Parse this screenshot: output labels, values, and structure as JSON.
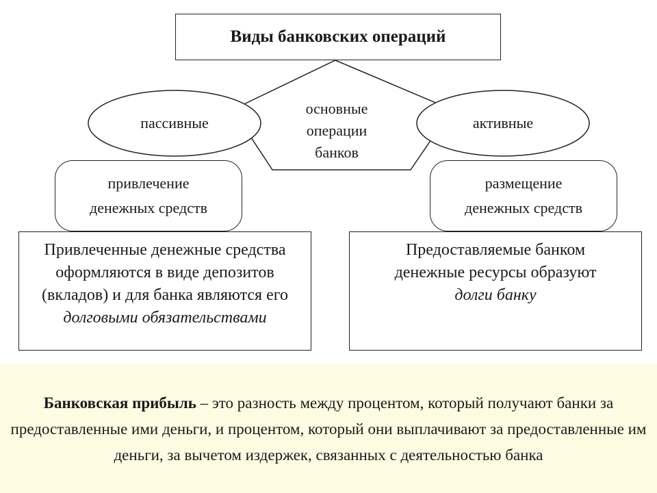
{
  "diagram": {
    "title": "Виды банковских операций",
    "center": {
      "line1": "основные",
      "line2": "операции",
      "line3": "банков"
    },
    "left": {
      "ellipse": "пассивные",
      "rounded_line1": "привлечение",
      "rounded_line2": "денежных средств",
      "box_line1": "Привлеченные денежные средства",
      "box_line2": "оформляются в виде депозитов",
      "box_line3": "(вкладов) и для банка являются его",
      "box_line4": "долговыми обязательствами"
    },
    "right": {
      "ellipse": "активные",
      "rounded_line1": "размещение",
      "rounded_line2": "денежных средств",
      "box_line1": "Предоставляемые банком",
      "box_line2": "денежные ресурсы образуют",
      "box_line3": "долги банку"
    }
  },
  "definition": {
    "term": "Банковская прибыль",
    "text": " – это разность между процентом, который получают банки за предоставленные ими деньги, и процентом, который они выплачивают за предоставленные им деньги, за вычетом издержек, связанных с деятельностью банка"
  },
  "colors": {
    "definition_background": "#fdfbe2",
    "stroke": "#222222"
  }
}
